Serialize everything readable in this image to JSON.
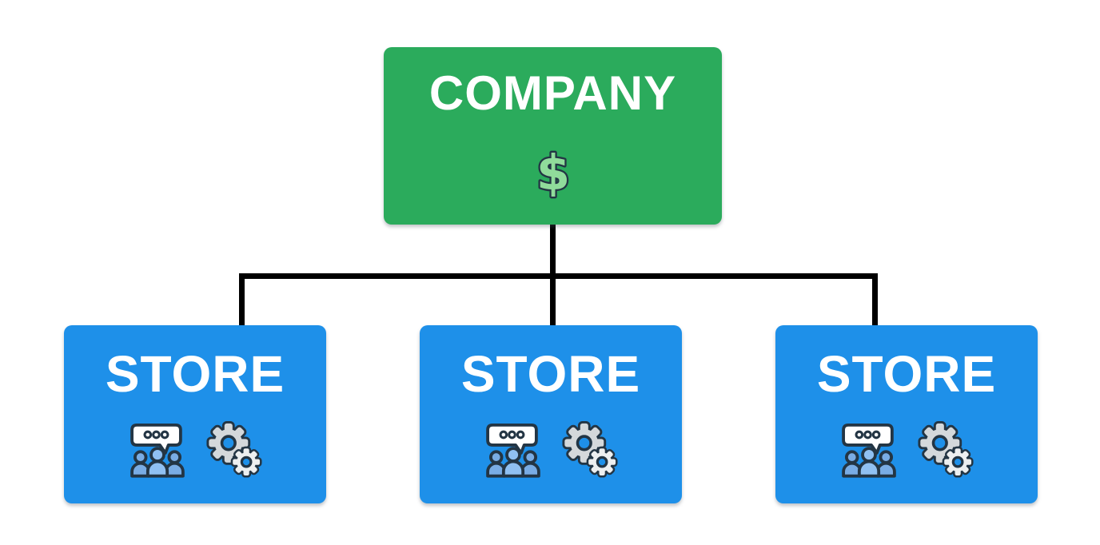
{
  "diagram": {
    "title_hint": "company-to-stores hierarchy",
    "company": {
      "label": "COMPANY",
      "symbol": "$"
    },
    "stores": [
      {
        "label": "STORE"
      },
      {
        "label": "STORE"
      },
      {
        "label": "STORE"
      }
    ]
  },
  "icons": {
    "company_icon": "dollar-icon",
    "store_icons": [
      "team-chat-icon",
      "gears-icon"
    ],
    "chat_dots_count": 3
  },
  "colors": {
    "background": "#FFFFFF",
    "company_green": "#2BAB5C",
    "store_blue": "#1E90E9",
    "node_text_white": "#FFFFFF",
    "connector_black": "#000000",
    "dollar_fill_light_green": "#90DC9B",
    "icon_outline_dark": "#233544",
    "bubble_white": "#FFFFFF",
    "people_blue_side": "#79ACE4",
    "people_blue_middle": "#8FC0F2",
    "gear_gray_large": "#D4D8DB",
    "gear_gray_small": "#EDEFF0"
  }
}
